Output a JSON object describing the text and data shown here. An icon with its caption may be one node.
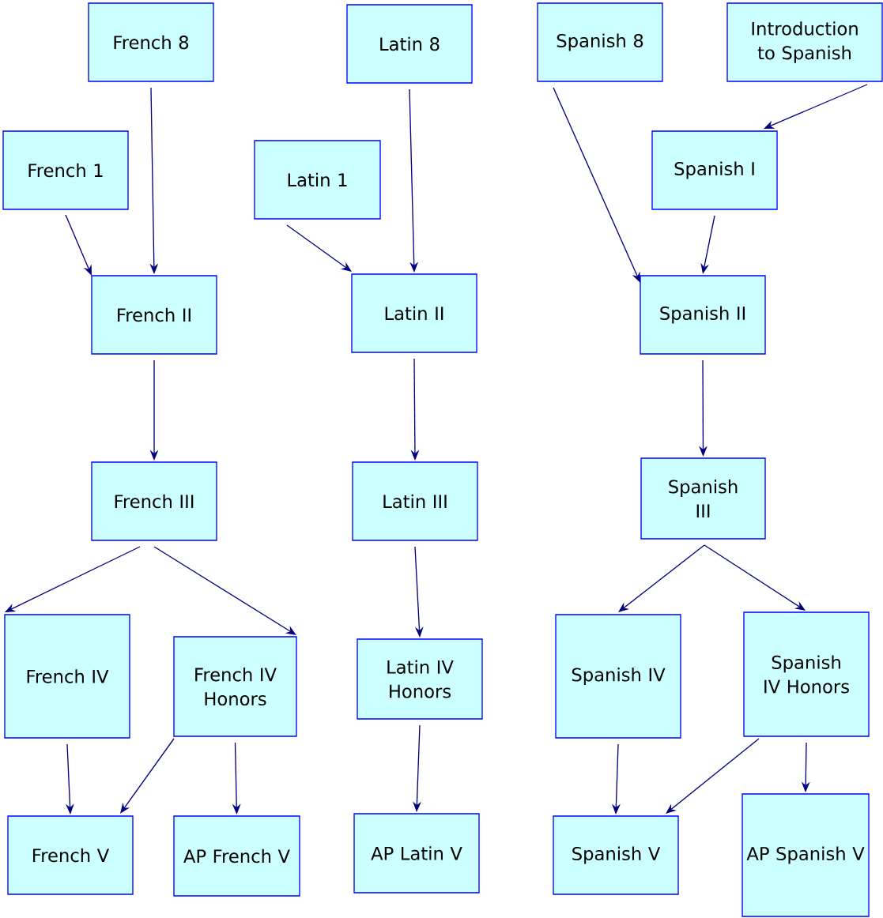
{
  "diagram": {
    "nodes": [
      {
        "text": [
          "French 8"
        ]
      },
      {
        "text": [
          "French 1"
        ]
      },
      {
        "text": [
          "French II"
        ]
      },
      {
        "text": [
          "French III"
        ]
      },
      {
        "text": [
          "French IV"
        ]
      },
      {
        "text": [
          "French IV Honors"
        ]
      },
      {
        "text": [
          "French V"
        ]
      },
      {
        "text": [
          "AP French V"
        ]
      },
      {
        "text": [
          "Latin 8"
        ]
      },
      {
        "text": [
          "Latin 1"
        ]
      },
      {
        "text": [
          "Latin II"
        ]
      },
      {
        "text": [
          "Latin III"
        ]
      },
      {
        "text": [
          "Latin IV Honors"
        ]
      },
      {
        "text": [
          "AP Latin V"
        ]
      },
      {
        "text": [
          "Spanish 8"
        ]
      },
      {
        "text": [
          "Introduction to Spanish"
        ]
      },
      {
        "text": [
          "Spanish I"
        ]
      },
      {
        "text": [
          "Spanish II"
        ]
      },
      {
        "text": [
          "Spanish III"
        ]
      },
      {
        "text": [
          "Spanish IV"
        ]
      },
      {
        "text": [
          "Spanish IV Honors"
        ]
      },
      {
        "text": [
          "Spanish V"
        ]
      },
      {
        "text": [
          "AP Spanish V"
        ]
      }
    ],
    "edges": [
      {
        "from": 0,
        "to": 2,
        "arrow": "to"
      },
      {
        "from": 1,
        "to": 2,
        "arrow": "to"
      },
      {
        "from": 2,
        "to": 3,
        "arrow": "to"
      },
      {
        "from": 3,
        "to": 4,
        "arrow": "to"
      },
      {
        "from": 3,
        "to": 5,
        "arrow": "to"
      },
      {
        "from": 4,
        "to": 6,
        "arrow": "to"
      },
      {
        "from": 5,
        "to": 6,
        "arrow": "to"
      },
      {
        "from": 5,
        "to": 7,
        "arrow": "to"
      },
      {
        "from": 8,
        "to": 10,
        "arrow": "to"
      },
      {
        "from": 9,
        "to": 10,
        "arrow": "to"
      },
      {
        "from": 10,
        "to": 11,
        "arrow": "to"
      },
      {
        "from": 11,
        "to": 12,
        "arrow": "to"
      },
      {
        "from": 12,
        "to": 13,
        "arrow": "to"
      },
      {
        "from": 14,
        "to": 17,
        "arrow": "to"
      },
      {
        "from": 15,
        "to": 16,
        "arrow": "to"
      },
      {
        "from": 16,
        "to": 17,
        "arrow": "to"
      },
      {
        "from": 17,
        "to": 18,
        "arrow": "to"
      },
      {
        "from": 18,
        "to": 19,
        "arrow": "to"
      },
      {
        "from": 18,
        "to": 20,
        "arrow": "to"
      },
      {
        "from": 19,
        "to": 21,
        "arrow": "to"
      },
      {
        "from": 20,
        "to": 21,
        "arrow": "to"
      },
      {
        "from": 20,
        "to": 22,
        "arrow": "to"
      }
    ]
  }
}
